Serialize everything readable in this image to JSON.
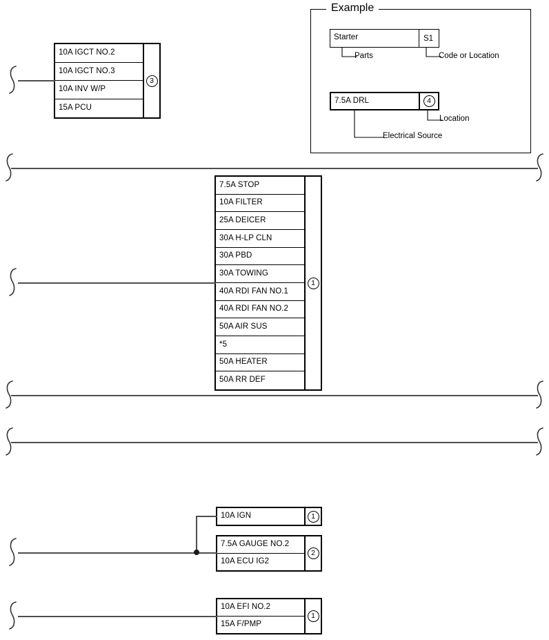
{
  "example": {
    "title": "Example",
    "row_parts": {
      "left_label": "Starter",
      "right_label": "S1",
      "leader_left": "Parts",
      "leader_right": "Code or Location"
    },
    "row_fuse": {
      "left_label": "7.5A DRL",
      "right_marker": "4",
      "leader_left": "Electrical Source",
      "leader_right": "Location"
    }
  },
  "blocks": {
    "igct": {
      "marker": "3",
      "rows": [
        "10A IGCT NO.2",
        "10A IGCT NO.3",
        "10A INV W/P",
        "15A PCU"
      ]
    },
    "main": {
      "marker": "1",
      "rows": [
        "7.5A STOP",
        "10A FILTER",
        "25A DEICER",
        "30A H-LP CLN",
        "30A PBD",
        "30A TOWING",
        "40A RDI FAN NO.1",
        "40A RDI FAN NO.2",
        "50A AIR SUS",
        "*5",
        "50A HEATER",
        "50A RR DEF"
      ]
    },
    "ign": {
      "marker": "1",
      "rows": [
        "10A IGN"
      ]
    },
    "gauge": {
      "marker": "2",
      "rows": [
        "7.5A GAUGE NO.2",
        "10A ECU IG2"
      ]
    },
    "efi": {
      "marker": "1",
      "rows": [
        "10A EFI NO.2",
        "15A F/PMP"
      ]
    }
  },
  "wires": {
    "igct_feed": "wire-to-igct-block",
    "bus_top": "bus-line-top",
    "main_feed": "wire-to-main-block",
    "bus_mid": "bus-line-middle",
    "bus_lower": "bus-line-lower",
    "ign_feed": "wire-to-ign-gauge",
    "efi_feed": "wire-to-efi-block"
  },
  "colors": {
    "line": "#4d4d4d",
    "border": "#000000",
    "background": "#ffffff"
  }
}
